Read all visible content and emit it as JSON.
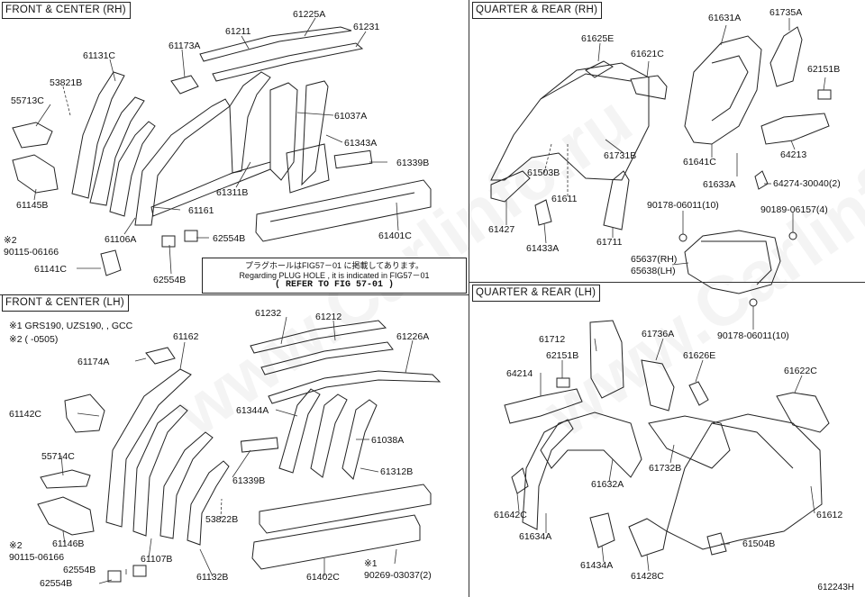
{
  "figure_id": "612243H",
  "watermark": "www.Carlinfo.ru",
  "sections": {
    "front_center_rh": "FRONT & CENTER (RH)",
    "front_center_lh": "FRONT & CENTER (LH)",
    "quarter_rear_rh": "QUARTER & REAR (RH)",
    "quarter_rear_lh": "QUARTER & REAR (LH)"
  },
  "notes": {
    "n1_line1": "※1 GRS190, UZS190, , GCC",
    "n1_line2": "※2 (      -0505)"
  },
  "plug_hole": {
    "line_jp": "プラグホールはFIG57－01 に掲載してあります。",
    "line_en": "Regarding PLUG HOLE , it is indicated in FIG57－01",
    "line_ref": "(     REFER TO FIG 57-01     )"
  },
  "labels": {
    "p61225A": "61225A",
    "p61211": "61211",
    "p61231": "61231",
    "p61131C": "61131C",
    "p61173A": "61173A",
    "p53821B": "53821B",
    "p55713C": "55713C",
    "p61037A": "61037A",
    "p61343A": "61343A",
    "p61339B": "61339B",
    "p61311B": "61311B",
    "p61145B": "61145B",
    "p61161": "61161",
    "p61106A": "61106A",
    "p62554B_a": "62554B",
    "p61401C": "61401C",
    "p2_90115_a": "※2",
    "p90115_a": "90115-06166",
    "p61141C": "61141C",
    "p62554B_b": "62554B",
    "p61232": "61232",
    "p61212": "61212",
    "p61226A": "61226A",
    "p61162": "61162",
    "p61174A": "61174A",
    "p61142C": "61142C",
    "p61344A": "61344A",
    "p61038A": "61038A",
    "p55714C": "55714C",
    "p61312B": "61312B",
    "p61339B_b": "61339B",
    "p53822B": "53822B",
    "p61146B": "61146B",
    "p2_90115_b": "※2",
    "p90115_b": "90115-06166",
    "p61107B": "61107B",
    "p62554B_c": "62554B",
    "p61132B": "61132B",
    "p61402C": "61402C",
    "p90269": "※1",
    "p90269_num": "90269-03037(2)",
    "p62554B_d": "62554B",
    "p61625E": "61625E",
    "p61621C": "61621C",
    "p61631A": "61631A",
    "p61735A": "61735A",
    "p62151B": "62151B",
    "p61731B": "61731B",
    "p61503B": "61503B",
    "p61641C": "61641C",
    "p61633A": "61633A",
    "p64213": "64213",
    "p61611": "61611",
    "p64274": "64274-30040(2)",
    "p61427": "61427",
    "p90178_a": "90178-06011(10)",
    "p90189": "90189-06157(4)",
    "p61433A": "61433A",
    "p61711": "61711",
    "p65637": "65637(RH)",
    "p65638": "65638(LH)",
    "p90178_b": "90178-06011(10)",
    "p61712": "61712",
    "p61736A": "61736A",
    "p62151B_b": "62151B",
    "p64214": "64214",
    "p61626E": "61626E",
    "p61622C": "61622C",
    "p61732B": "61732B",
    "p61632A": "61632A",
    "p61642C": "61642C",
    "p61612": "61612",
    "p61634A": "61634A",
    "p61504B": "61504B",
    "p61434A": "61434A",
    "p61428C": "61428C"
  }
}
